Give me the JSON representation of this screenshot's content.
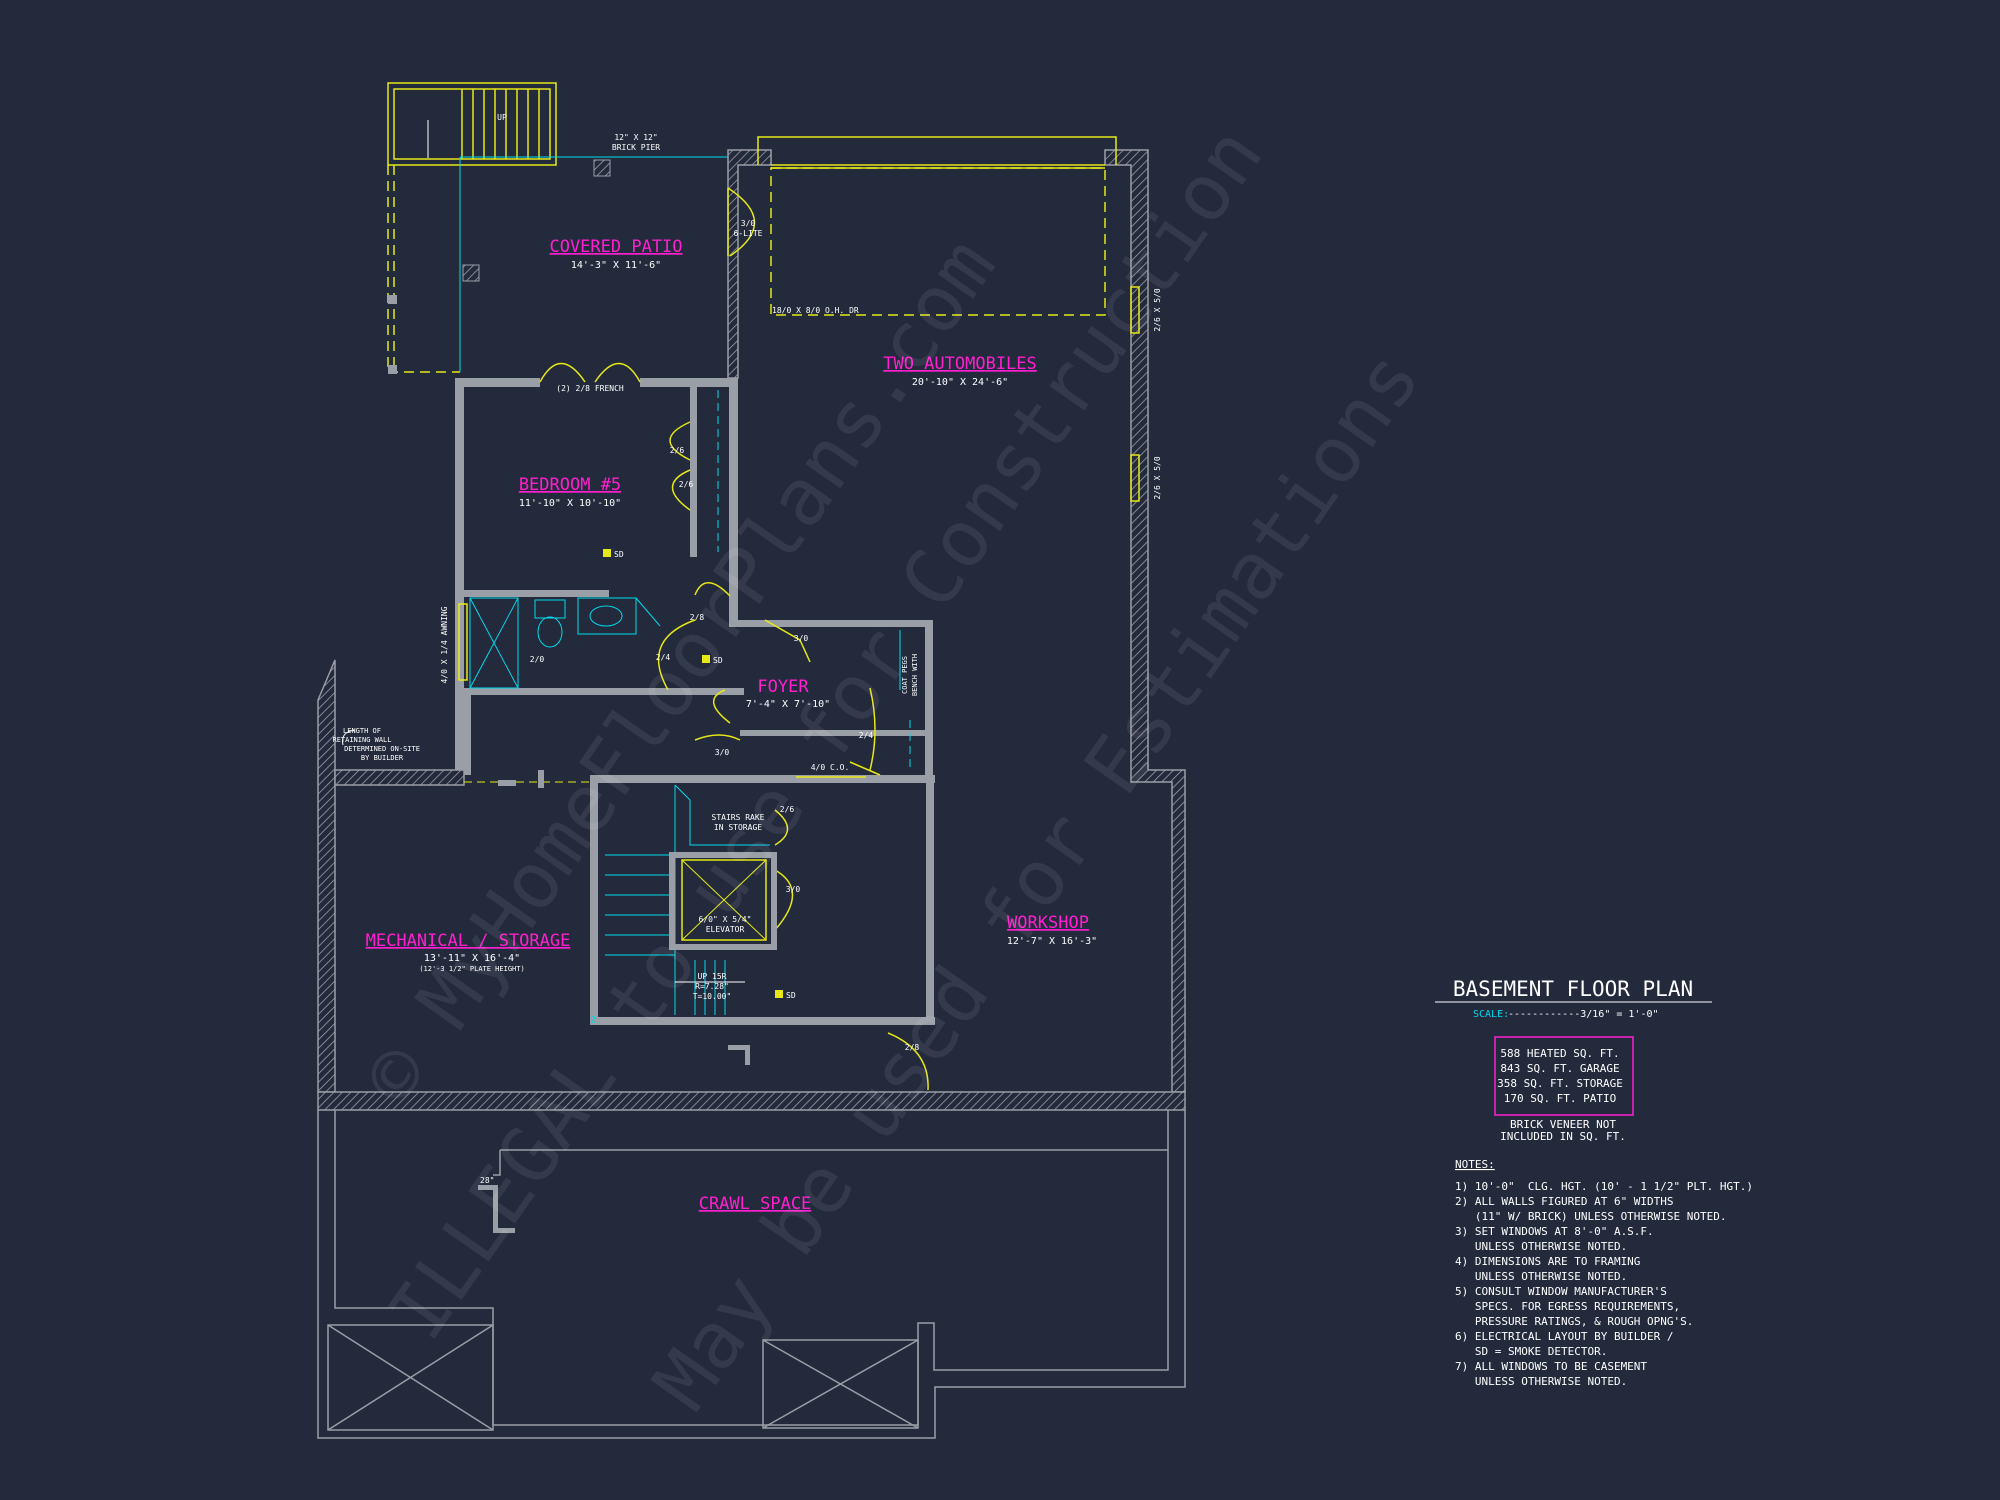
{
  "colors": {
    "background": "#232a3c",
    "wall": "#9a9ea6",
    "magenta": "#ff1fd0",
    "cyan": "#00d9ee",
    "yellow": "#e8e816",
    "white": "#ffffff"
  },
  "watermark": {
    "line1": "© MyHomeFloorPlans.com",
    "line2": "ILLEGAL to use for Construction",
    "line3": "May be used for Estimations"
  },
  "rooms": {
    "covered_patio": {
      "name": "COVERED PATIO",
      "dims": "14'-3\" X 11'-6\""
    },
    "two_automobiles": {
      "name": "TWO AUTOMOBILES",
      "dims": "20'-10\" X 24'-6\""
    },
    "bedroom5": {
      "name": "BEDROOM #5",
      "dims": "11'-10\" X 10'-10\""
    },
    "foyer": {
      "name": "FOYER",
      "dims": "7'-4\" X 7'-10\""
    },
    "mechanical": {
      "name": "MECHANICAL / STORAGE",
      "dims": "13'-11\" X 16'-4\"",
      "note": "(12'-3 1/2\" PLATE HEIGHT)"
    },
    "workshop": {
      "name": "WORKSHOP",
      "dims": "12'-7\" X 16'-3\""
    },
    "crawl": {
      "name": "CRAWL SPACE"
    }
  },
  "labels": {
    "brick_pier": "12\" X 12\"",
    "brick_pier2": "BRICK PIER",
    "up": "UP",
    "door_3068": "3/0",
    "door_3068b": "6-LITE",
    "garage_door": "18/0 X 8/0 O.H. DR",
    "french": "(2) 2/8 FRENCH",
    "win1": "2/6 X 5/0",
    "win2": "2/6 X 5/0",
    "awning": "4/0 X 1/4 AWNING",
    "retaining1": "LENGTH OF",
    "retaining2": "RETAINING WALL",
    "retaining3": "DETERMINED ON-SITE",
    "retaining4": "BY BUILDER",
    "sd": "SD",
    "bench1": "COAT PEGS",
    "bench2": "BENCH WITH",
    "co": "4/0 C.O.",
    "stairs1": "STAIRS RAKE",
    "stairs2": "IN STORAGE",
    "elevator1": "6/0\" X 5/4\"",
    "elevator2": "ELEVATOR",
    "riser1": "UP 15R",
    "riser2": "R=7.28\"",
    "riser3": "T=10.00\"",
    "d26": "2/6",
    "d28": "2/8",
    "d24": "2/4",
    "d20": "2/0",
    "d30": "3/0",
    "num2": "2",
    "dim28": "28\""
  },
  "title_block": {
    "title": "BASEMENT FLOOR PLAN",
    "scale_label": "SCALE:",
    "scale_value": "------------3/16\" = 1'-0\"",
    "areas": [
      "588 HEATED SQ. FT.",
      "843 SQ. FT. GARAGE",
      "358 SQ. FT. STORAGE",
      "170 SQ. FT. PATIO"
    ],
    "brick1": "BRICK VENEER NOT",
    "brick2": "INCLUDED IN SQ. FT.",
    "notes_header": "NOTES:",
    "notes": [
      "1) 10'-0\"  CLG. HGT. (10' - 1 1/2\" PLT. HGT.)",
      "2) ALL WALLS FIGURED AT 6\" WIDTHS",
      "   (11\" W/ BRICK) UNLESS OTHERWISE NOTED.",
      "3) SET WINDOWS AT 8'-0\" A.S.F.",
      "   UNLESS OTHERWISE NOTED.",
      "4) DIMENSIONS ARE TO FRAMING",
      "   UNLESS OTHERWISE NOTED.",
      "5) CONSULT WINDOW MANUFACTURER'S",
      "   SPECS. FOR EGRESS REQUIREMENTS,",
      "   PRESSURE RATINGS, & ROUGH OPNG'S.",
      "6) ELECTRICAL LAYOUT BY BUILDER /",
      "   SD = SMOKE DETECTOR.",
      "7) ALL WINDOWS TO BE CASEMENT",
      "   UNLESS OTHERWISE NOTED."
    ]
  }
}
